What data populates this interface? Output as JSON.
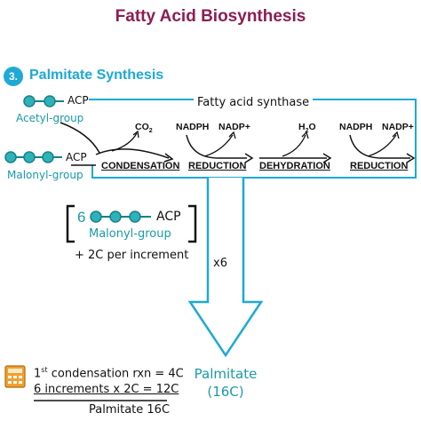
{
  "title": "Fatty Acid Biosynthesis",
  "section": {
    "number": "3.",
    "title": "Palmitate Synthesis"
  },
  "inputs": {
    "acetyl": {
      "carrier": "ACP",
      "label": "Acetyl-group"
    },
    "malonyl": {
      "carrier": "ACP",
      "label": "Malonyl-group"
    }
  },
  "enzyme": "Fatty acid synthase",
  "steps": [
    {
      "name": "CONDENSATION",
      "product": "CO",
      "product_sub": "2"
    },
    {
      "name": "REDUCTION",
      "cofactor_in": "NADPH",
      "cofactor_out": "NADP+"
    },
    {
      "name": "DEHYDRATION",
      "product": "H",
      "product_sub": "2",
      "product_tail": "O"
    },
    {
      "name": "REDUCTION",
      "cofactor_in": "NADPH",
      "cofactor_out": "NADP+"
    }
  ],
  "increment": {
    "count": "6",
    "carrier": "ACP",
    "label": "Malonyl-group",
    "note": "+ 2C per increment",
    "repeat": "x6"
  },
  "calculation": {
    "line1_pre": "1",
    "line1_sup": "st",
    "line1_post": " condensation rxn = 4C",
    "line2": "6 increments x 2C = 12C",
    "line3": "Palmitate 16C"
  },
  "product": {
    "name": "Palmitate",
    "carbons": "(16C)"
  },
  "colors": {
    "title": "#8c1d52",
    "accent": "#1ea9d6",
    "teal": "#1a9aa6",
    "bead": "#2bb3b8",
    "calculator": "#f0a030"
  }
}
